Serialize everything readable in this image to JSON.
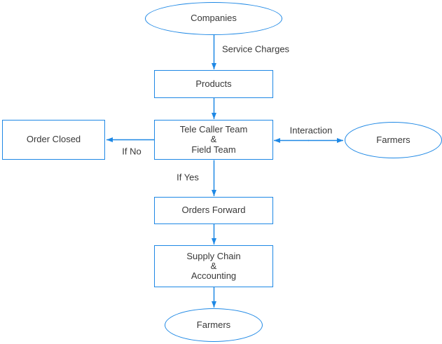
{
  "diagram": {
    "type": "flowchart",
    "colors": {
      "stroke": "#1e88e5",
      "text": "#383838",
      "background": "#ffffff"
    },
    "nodes": [
      {
        "id": "companies",
        "shape": "ellipse",
        "label": "Companies"
      },
      {
        "id": "products",
        "shape": "rect",
        "label": "Products"
      },
      {
        "id": "tele-caller-field-team",
        "shape": "rect",
        "label": "Tele Caller Team\n&\nField Team"
      },
      {
        "id": "order-closed",
        "shape": "rect",
        "label": "Order Closed"
      },
      {
        "id": "farmers-right",
        "shape": "ellipse",
        "label": "Farmers"
      },
      {
        "id": "orders-forward",
        "shape": "rect",
        "label": "Orders Forward"
      },
      {
        "id": "supply-chain-accounting",
        "shape": "rect",
        "label": "Supply Chain\n&\nAccounting"
      },
      {
        "id": "farmers-bottom",
        "shape": "ellipse",
        "label": "Farmers"
      }
    ],
    "edges": [
      {
        "from": "companies",
        "to": "products",
        "label": "Service Charges",
        "direction": "down"
      },
      {
        "from": "products",
        "to": "tele-caller-field-team",
        "label": "",
        "direction": "down"
      },
      {
        "from": "tele-caller-field-team",
        "to": "order-closed",
        "label": "If No",
        "direction": "left"
      },
      {
        "from": "tele-caller-field-team",
        "to": "farmers-right",
        "label": "Interaction",
        "direction": "both"
      },
      {
        "from": "tele-caller-field-team",
        "to": "orders-forward",
        "label": "If Yes",
        "direction": "down"
      },
      {
        "from": "orders-forward",
        "to": "supply-chain-accounting",
        "label": "",
        "direction": "down"
      },
      {
        "from": "supply-chain-accounting",
        "to": "farmers-bottom",
        "label": "",
        "direction": "down"
      }
    ]
  }
}
